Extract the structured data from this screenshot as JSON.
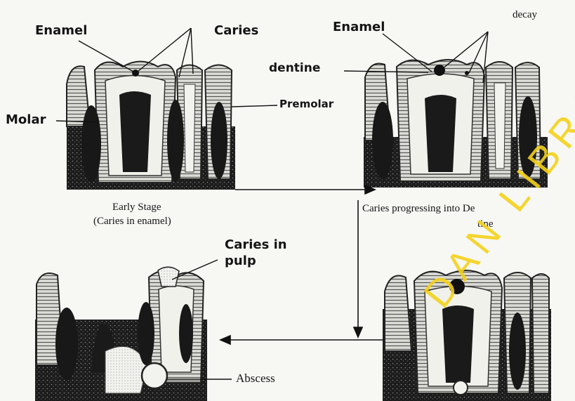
{
  "panel_top_left": {
    "enamel": "Enamel",
    "caries": "Caries",
    "molar": "Molar",
    "premolar": "Premolar",
    "caption_line1": "Early Stage",
    "caption_line2": "(Caries in enamel)"
  },
  "panel_top_right": {
    "heading_fragment": "decay",
    "enamel": "Enamel",
    "dentine": "dentine",
    "caption_line1": "Caries progressing into  De",
    "caption_line2": "tine"
  },
  "panel_bottom_left": {
    "caries_in_pulp_line1": "Caries in",
    "caries_in_pulp_line2": "pulp",
    "abscess": "Abscess"
  },
  "watermark": {
    "text": "DAN LIBRARY",
    "color": "#f5d21a"
  }
}
